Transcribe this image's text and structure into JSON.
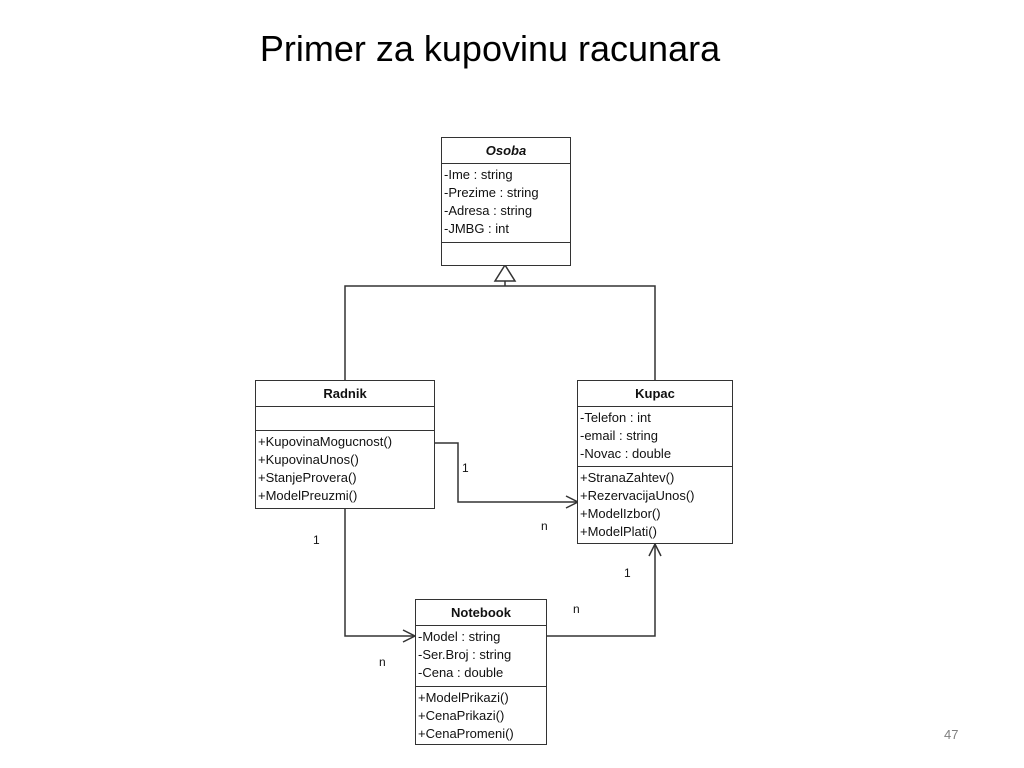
{
  "title": "Primer za kupovinu racunara",
  "page_number": "47",
  "classes": {
    "osoba": {
      "name": "Osoba",
      "attributes": [
        "-Ime : string",
        "-Prezime : string",
        "-Adresa : string",
        "-JMBG : int"
      ],
      "methods": []
    },
    "radnik": {
      "name": "Radnik",
      "attributes": [],
      "methods": [
        "+KupovinaMogucnost()",
        "+KupovinaUnos()",
        "+StanjeProvera()",
        "+ModelPreuzmi()"
      ]
    },
    "kupac": {
      "name": "Kupac",
      "attributes": [
        "-Telefon : int",
        "-email : string",
        "-Novac : double"
      ],
      "methods": [
        "+StranaZahtev()",
        "+RezervacijaUnos()",
        "+ModelIzbor()",
        "+ModelPlati()"
      ]
    },
    "notebook": {
      "name": "Notebook",
      "attributes": [
        "-Model : string",
        "-Ser.Broj : string",
        "-Cena : double"
      ],
      "methods": [
        "+ModelPrikazi()",
        "+CenaPrikazi()",
        "+CenaPromeni()"
      ]
    }
  },
  "multiplicities": {
    "radnik_kupac_source": "1",
    "radnik_kupac_target": "n",
    "radnik_notebook_source": "1",
    "radnik_notebook_target": "n",
    "notebook_kupac_source": "n",
    "notebook_kupac_target": "1"
  }
}
